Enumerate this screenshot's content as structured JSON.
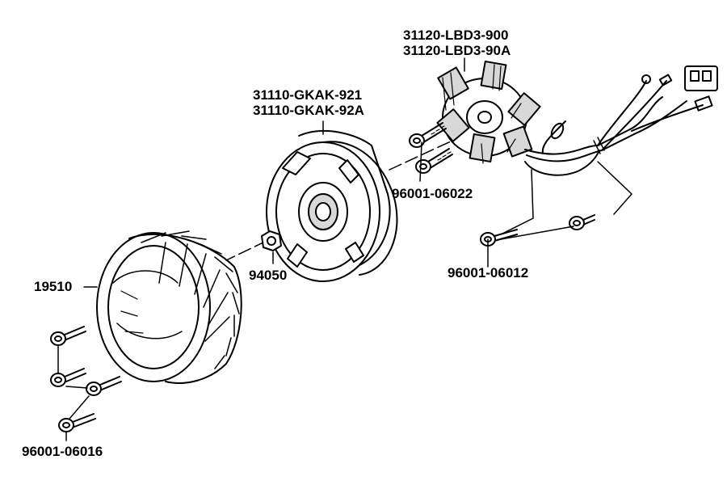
{
  "diagram": {
    "labels": {
      "stator_line1": "31120-LBD3-900",
      "stator_line2": "31120-LBD3-90A",
      "flywheel_line1": "31110-GKAK-921",
      "flywheel_line2": "31110-GKAK-92A",
      "stator_bolt": "96001-06022",
      "harness_bolt": "96001-06012",
      "nut": "94050",
      "fan": "19510",
      "fan_bolt": "96001-06016"
    },
    "colors": {
      "ink": "#000000",
      "paper": "#ffffff",
      "shade": "#d8d8d8"
    }
  }
}
